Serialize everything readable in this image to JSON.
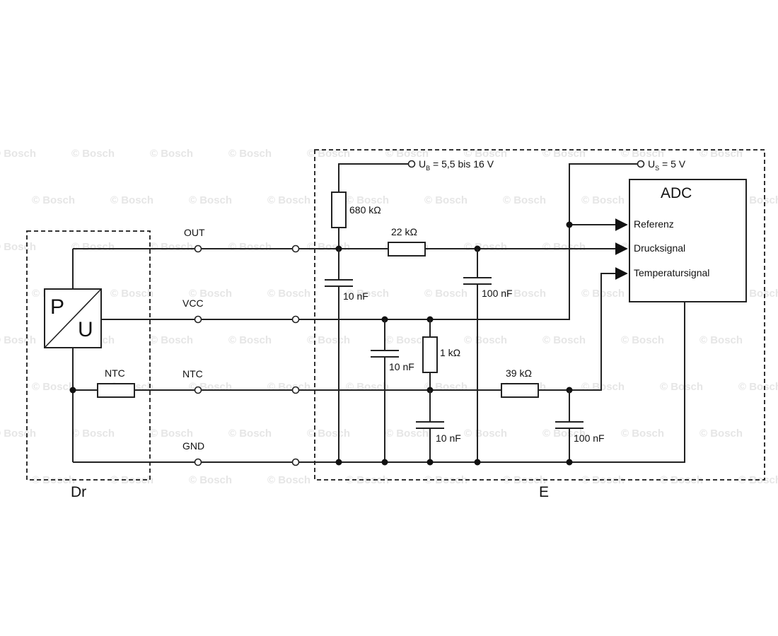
{
  "blocks": {
    "sensor": "Dr",
    "ecu": "E",
    "adc": "ADC"
  },
  "sensor": {
    "p": "P",
    "u": "U",
    "ntc": "NTC"
  },
  "pins": {
    "out": "OUT",
    "vcc": "VCC",
    "ntc": "NTC",
    "gnd": "GND"
  },
  "supply": {
    "ub": {
      "symbol": "U",
      "sub": "B",
      "value": " = 5,5 bis 16 V"
    },
    "us": {
      "symbol": "U",
      "sub": "S",
      "value": " = 5 V"
    }
  },
  "components": {
    "r_pullup": "680 kΩ",
    "r_out": "22 kΩ",
    "c_out_in": "10 nF",
    "c_out_filter": "100 nF",
    "c_vcc": "10 nF",
    "r_ntc_pull": "1 kΩ",
    "c_ntc_in": "10 nF",
    "r_ntc": "39 kΩ",
    "c_ntc_filter": "100 nF"
  },
  "adc_inputs": [
    "Referenz",
    "Drucksignal",
    "Temperatursignal"
  ],
  "watermark": "© Bosch"
}
